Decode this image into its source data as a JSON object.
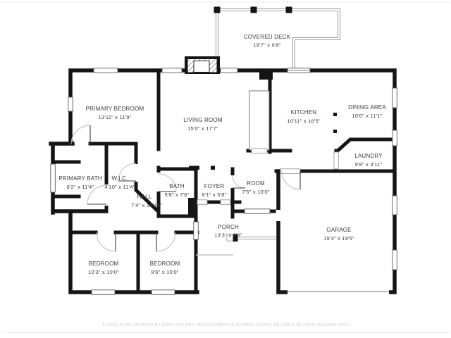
{
  "page": {
    "background": "#ffffff",
    "frame_line_color": "#ededed",
    "footer_text": "FLOOR PLAN CREATED BY CUBICASA APP. MEASUREMENTS DEEMED HIGHLY RELIABLE BUT NOT GUARANTEED",
    "footer_color": "#cccccc"
  },
  "floorplan": {
    "wall_color": "#151515",
    "label_color": "#3d3d3d",
    "rooms": [
      {
        "name": "COVERED DECK",
        "dims": "19'7\" x 9'8\""
      },
      {
        "name": "PRIMARY BEDROOM",
        "dims": "13'11\" x 11'9\""
      },
      {
        "name": "LIVING ROOM",
        "dims": "15'0\" x 17'7\""
      },
      {
        "name": "KITCHEN",
        "dims": "10'11\" x 16'5\""
      },
      {
        "name": "DINING AREA",
        "dims": "10'0\" x 11'1\""
      },
      {
        "name": "LAUNDRY",
        "dims": "9'8\" x 4'11\""
      },
      {
        "name": "PRIMARY BATH",
        "dims": "8'2\" x 11'4\""
      },
      {
        "name": "W.I.C.",
        "dims": "4'10\" x 11'4\""
      },
      {
        "name": "HALL",
        "dims": "7'4\" x 13'10\""
      },
      {
        "name": "BATH",
        "dims": "5'8\" x 7'6\""
      },
      {
        "name": "FOYER",
        "dims": "6'1\" x 5'8\""
      },
      {
        "name": "ROOM",
        "dims": "7'5\" x 10'0\""
      },
      {
        "name": "PORCH",
        "dims": "13'3\" x 8'3\""
      },
      {
        "name": "GARAGE",
        "dims": "19'3\" x 19'5\""
      },
      {
        "name": "BEDROOM",
        "dims": "10'3\" x 10'0\""
      },
      {
        "name": "BEDROOM",
        "dims": "9'6\" x 10'0\""
      }
    ]
  }
}
